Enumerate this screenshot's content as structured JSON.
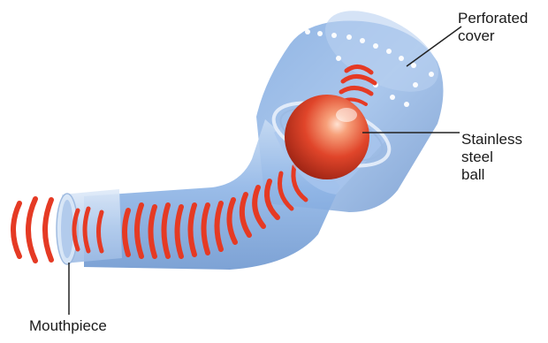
{
  "labels": {
    "perforated_cover": [
      "Perforated",
      "cover"
    ],
    "stainless_steel_ball": [
      "Stainless",
      "steel",
      "ball"
    ],
    "mouthpiece": [
      "Mouthpiece"
    ]
  },
  "colors": {
    "tube_body": "#8fb5e6",
    "tube_edge": "#6e95c8",
    "wave_red": "#e53a24",
    "ball_red": "#e0452a",
    "leader_line": "#222222"
  },
  "icons": {
    "sound_waves": "red-arc-pressure-waves",
    "ball": "steel-ball"
  }
}
